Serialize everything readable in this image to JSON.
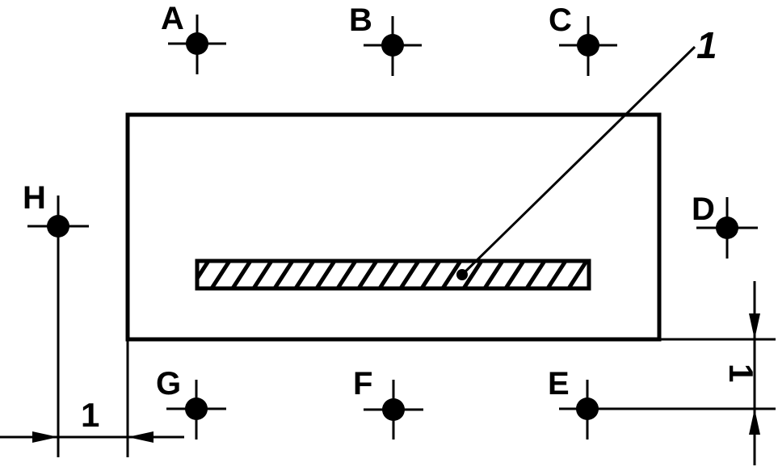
{
  "colors": {
    "ink": "#000000",
    "background": "#ffffff"
  },
  "points": {
    "A": "A",
    "B": "B",
    "C": "C",
    "D": "D",
    "E": "E",
    "F": "F",
    "G": "G",
    "H": "H"
  },
  "callout": {
    "number": "1"
  },
  "dimensions": {
    "horizontal": "1",
    "vertical": "1"
  }
}
